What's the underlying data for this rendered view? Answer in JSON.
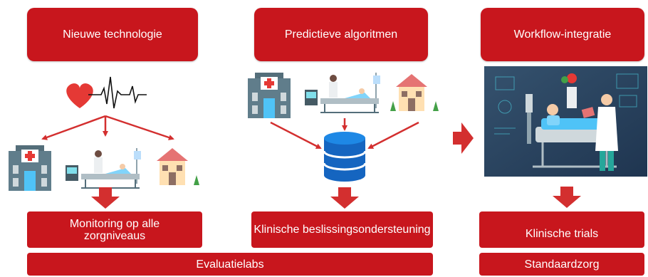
{
  "columns": [
    {
      "title": "Nieuwe technologie",
      "result": "Monitoring op alle zorgniveaus"
    },
    {
      "title": "Predictieve algoritmen",
      "result": "Klinische beslissingsondersteuning"
    },
    {
      "title": "Workflow-integratie",
      "result": "Klinische trials"
    }
  ],
  "bottom": {
    "left": "Evaluatielabs",
    "right": "Standaardzorg"
  },
  "icons": [
    "heart-ecg-icon",
    "hospital-icon",
    "patient-bed-icon",
    "house-icon",
    "database-icon",
    "clinical-workflow-image"
  ],
  "colors": {
    "accent": "#c8161d",
    "arrow": "#d32f2f",
    "database": "#1565c0",
    "image_bg": "#2d4862"
  }
}
